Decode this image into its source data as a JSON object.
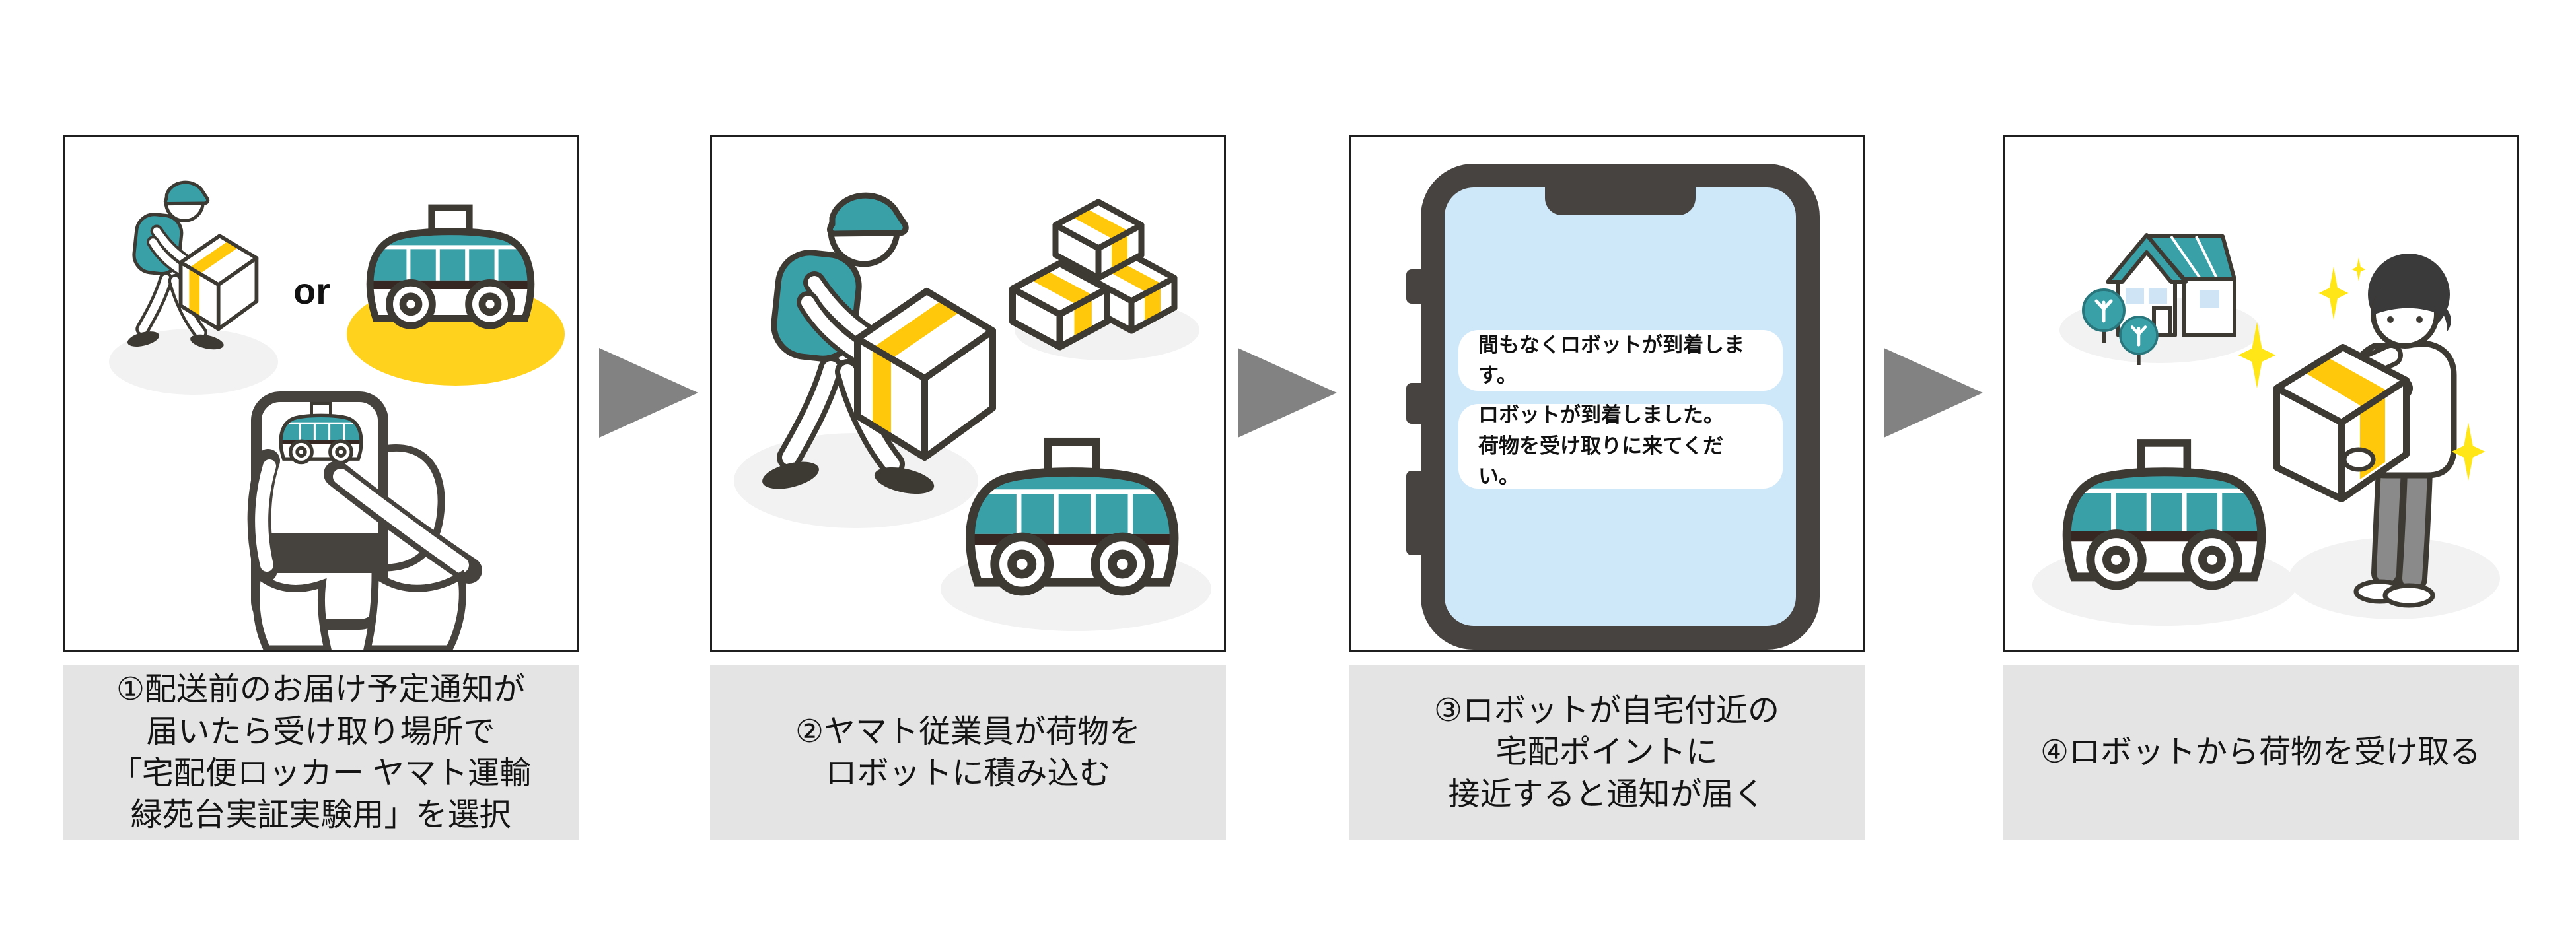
{
  "diagram": {
    "kind": "delivery-robot-process-flow",
    "or_label": "or",
    "steps": [
      {
        "number": "①",
        "caption_lines": [
          "①配送前のお届け予定通知が",
          "届いたら受け取り場所で",
          "「宅配便ロッカー ヤマト運輸",
          "緑苑台実証実験用」を選択"
        ],
        "illustration": "smartphone-tap-choose-courier-or-robot"
      },
      {
        "number": "②",
        "caption_lines": [
          "②ヤマト従業員が荷物を",
          "ロボットに積み込む"
        ],
        "illustration": "yamato-worker-loading-packages-into-robot"
      },
      {
        "number": "③",
        "caption_lines": [
          "③ロボットが自宅付近の",
          "宅配ポイントに",
          "接近すると通知が届く"
        ],
        "illustration": "smartphone-arrival-notifications",
        "bubbles": [
          {
            "lines": [
              "間もなくロボットが到着します。"
            ]
          },
          {
            "lines": [
              "ロボットが到着しました。",
              "荷物を受け取りに来てくだい。"
            ]
          }
        ]
      },
      {
        "number": "④",
        "caption_lines": [
          "④ロボットから荷物を受け取る"
        ],
        "illustration": "resident-receiving-package-from-robot"
      }
    ],
    "colors": {
      "teal": "#3aa0a8",
      "stripe_yellow": "#ffc80a",
      "highlight_yellow": "#ffd21e",
      "sparkle_yellow": "#ffe617",
      "arrow_gray": "#828282",
      "caption_bg": "#e4e4e4",
      "phone_frame_dark": "#474340",
      "phone_screen_blue": "#cfe8f9",
      "shadow_gray": "#f2f2f2",
      "pants_gray": "#8a8a8a",
      "outline_dark": "#3d3933"
    }
  }
}
